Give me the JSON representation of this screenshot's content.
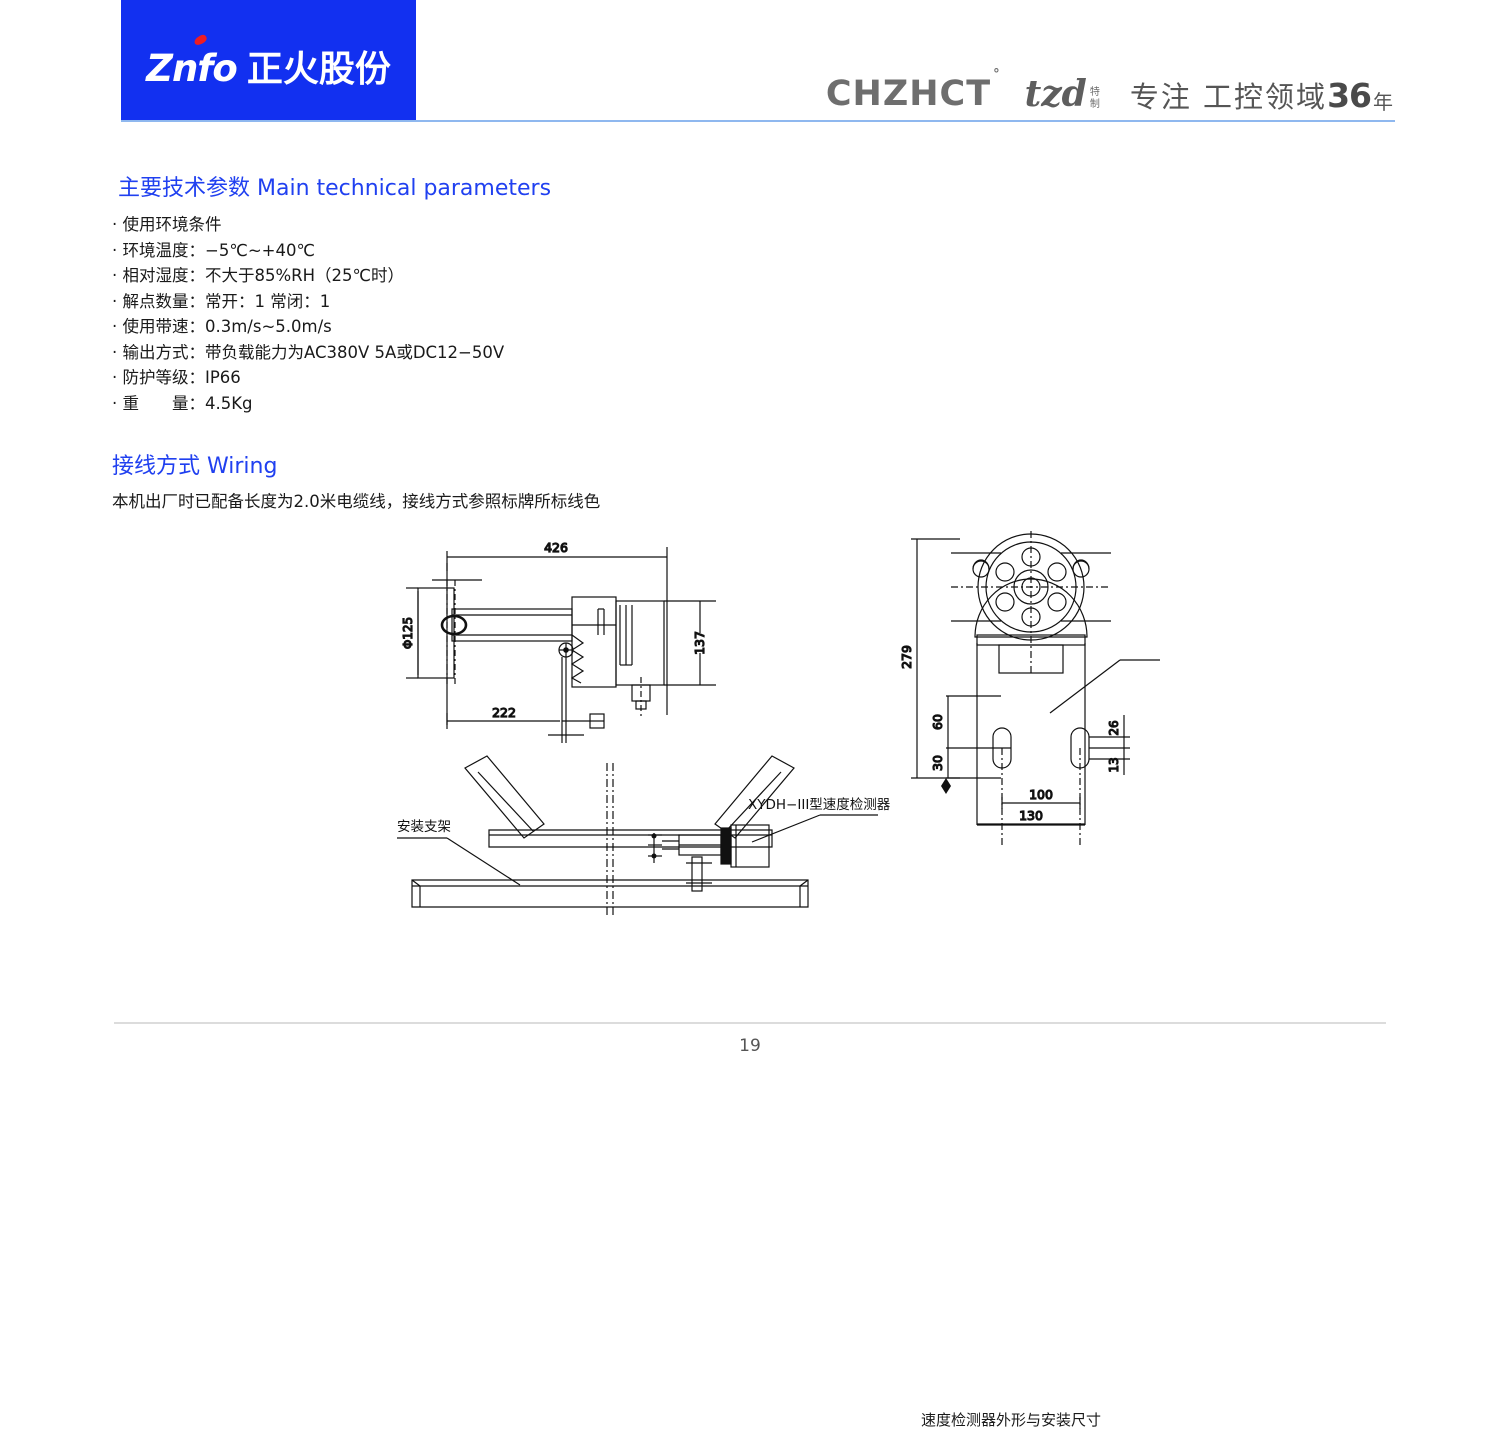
{
  "header": {
    "logo": {
      "latin": "Znfo",
      "chinese": "正火股份",
      "accent_color": "#ee1c22",
      "box_color": "#1230f0"
    },
    "brand": {
      "chzhct": "CHZHCT",
      "chzhct_sup": "°",
      "tzd": "tzd",
      "tezhi_top": "特",
      "tezhi_bottom": "制",
      "slogan_text": "专注  工控领域",
      "slogan_number": "36",
      "slogan_unit": "年"
    },
    "rule_color": "#8fb8ef"
  },
  "sections": {
    "parameters": {
      "heading": "主要技术参数 Main technical parameters",
      "heading_color": "#2040f0",
      "items": [
        "· 使用环境条件",
        "· 环境温度：−5℃~+40℃",
        "· 相对湿度：不大于85%RH（25℃时）",
        "· 解点数量：常开：1 常闭：1",
        "· 使用带速：0.3m/s~5.0m/s",
        "· 输出方式：带负载能力为AC380V  5A或DC12−50V",
        "· 防护等级：IP66",
        "· 重　　量：4.5Kg"
      ]
    },
    "wiring": {
      "heading": "接线方式 Wiring",
      "note": "本机出厂时已配备长度为2.0米电缆线，接线方式参照标牌所标线色"
    }
  },
  "drawings": {
    "left_side_view": {
      "dimensions": {
        "overall_length": "426",
        "offset_length": "222",
        "height": "137",
        "shaft_diameter": "Φ125"
      }
    },
    "right_front_view": {
      "caption": "速度检测器外形与安装尺寸",
      "dimensions": {
        "total_height": "279",
        "slot_upper": "60",
        "slot_lower": "30",
        "side_upper": "26",
        "side_lower": "13",
        "inner_width": "100",
        "outer_width": "130"
      }
    },
    "assembly_view": {
      "bracket_label": "安装支架",
      "sensor_label": "XYDH−III型速度检测器"
    }
  },
  "footer": {
    "page_number": "19",
    "rule_color": "#dcdcdc"
  }
}
